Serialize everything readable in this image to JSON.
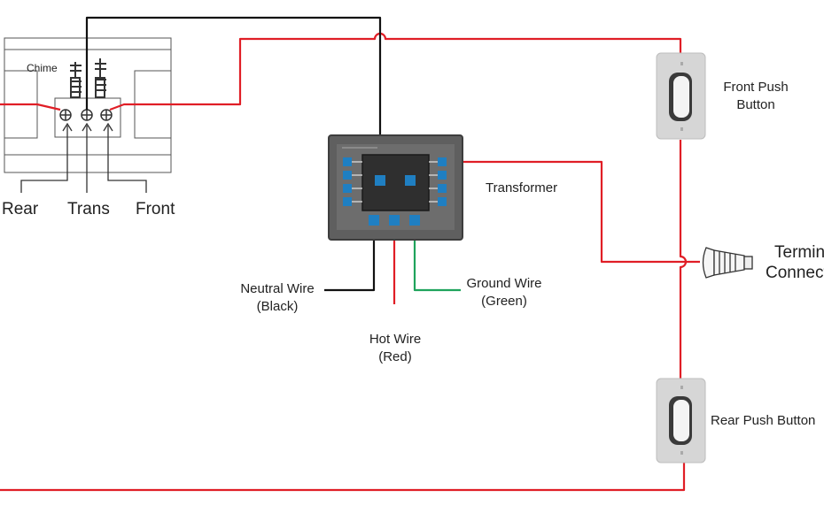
{
  "diagram": {
    "colors": {
      "hot": "#e01e26",
      "neutral": "#111111",
      "ground": "#1fa35c",
      "terminal_blue": "#1f7fc2",
      "housing": "#5f5f5f",
      "switch_plate": "#d6d6d6"
    },
    "chime": {
      "label": "Chime"
    },
    "terminals": {
      "rear": "Rear",
      "trans": "Trans",
      "front": "Front"
    },
    "transformer": {
      "label": "Transformer"
    },
    "wires": {
      "neutral": {
        "line1": "Neutral Wire",
        "line2": "(Black)"
      },
      "ground": {
        "line1": "Ground Wire",
        "line2": "(Green)"
      },
      "hot": {
        "line1": "Hot Wire",
        "line2": "(Red)"
      }
    },
    "front_button": {
      "line1": "Front Push",
      "line2": "Button"
    },
    "rear_button": {
      "label": "Rear Push Button"
    },
    "terminal_connector": {
      "line1": "Termin",
      "line2": "Connect"
    }
  }
}
